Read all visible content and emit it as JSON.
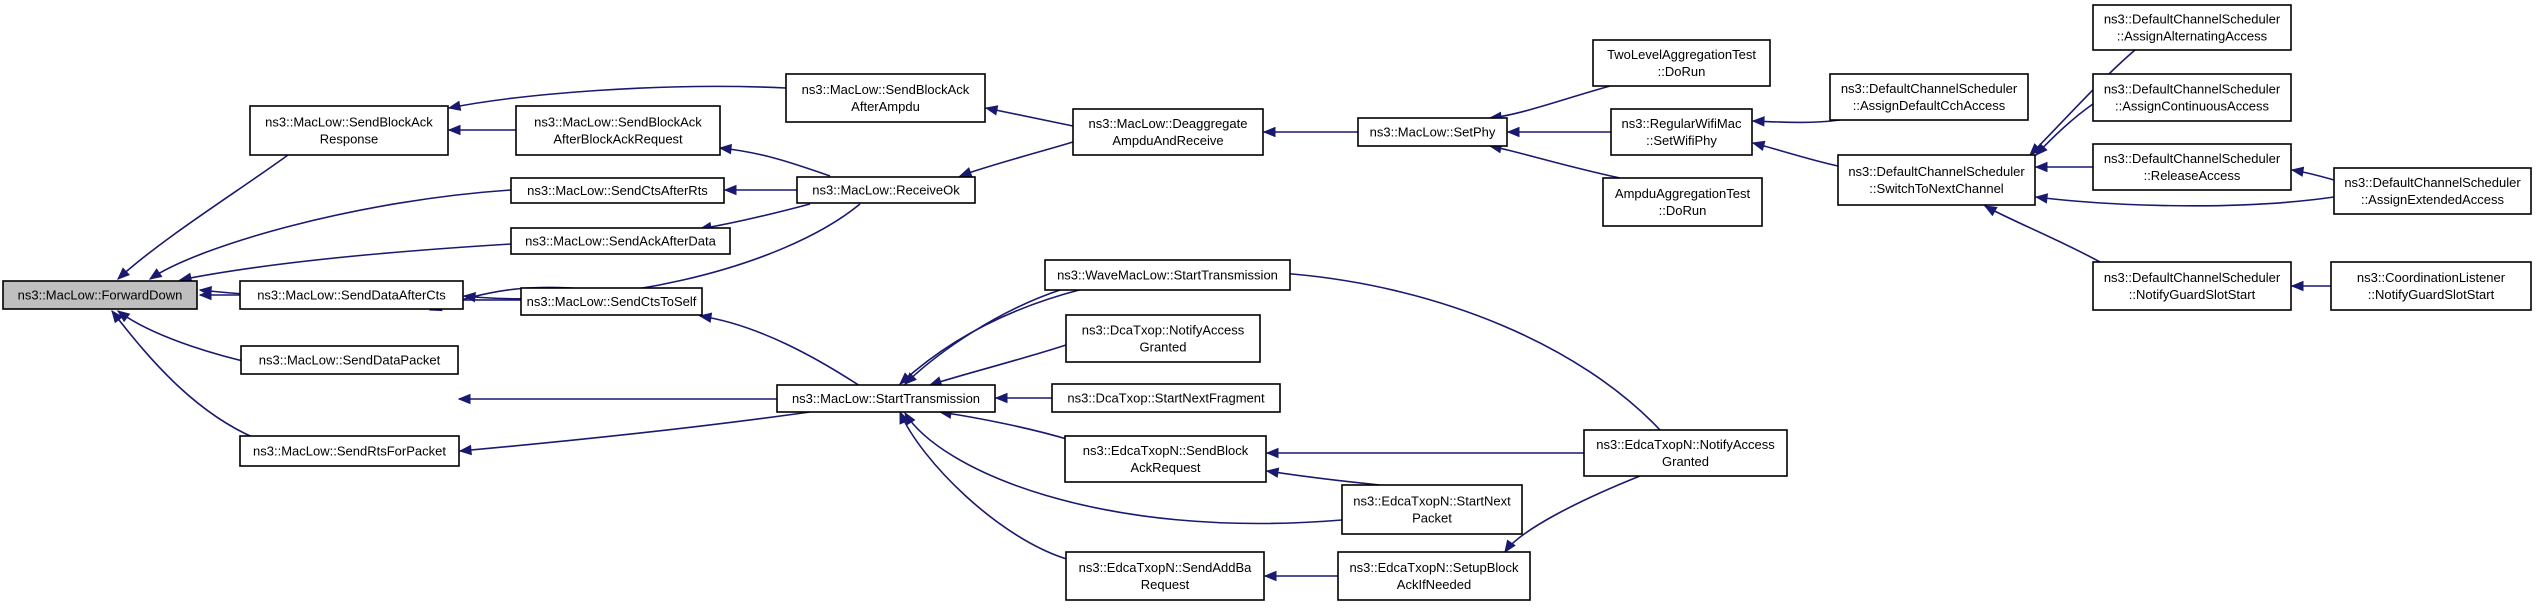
{
  "colors": {
    "edge": "#191970",
    "root_fill": "#bfbfbf",
    "node_fill": "#ffffff",
    "border": "#000000"
  },
  "nodes": [
    {
      "id": "forwarddown",
      "lines": [
        "ns3::MacLow::ForwardDown"
      ],
      "root": true
    },
    {
      "id": "sendblockackresponse",
      "lines": [
        "ns3::MacLow::SendBlockAck",
        "Response"
      ]
    },
    {
      "id": "sendctsafterrts",
      "lines": [
        "ns3::MacLow::SendCtsAfterRts"
      ]
    },
    {
      "id": "sendackafterdata",
      "lines": [
        "ns3::MacLow::SendAckAfterData"
      ]
    },
    {
      "id": "senddataaftercts",
      "lines": [
        "ns3::MacLow::SendDataAfterCts"
      ]
    },
    {
      "id": "sendctstoself",
      "lines": [
        "ns3::MacLow::SendCtsToSelf"
      ]
    },
    {
      "id": "senddatapacket",
      "lines": [
        "ns3::MacLow::SendDataPacket"
      ]
    },
    {
      "id": "sendrtsforpacket",
      "lines": [
        "ns3::MacLow::SendRtsForPacket"
      ]
    },
    {
      "id": "sendblockackafterblockackrequest",
      "lines": [
        "ns3::MacLow::SendBlockAck",
        "AfterBlockAckRequest"
      ]
    },
    {
      "id": "sendblockackafterampdu",
      "lines": [
        "ns3::MacLow::SendBlockAck",
        "AfterAmpdu"
      ]
    },
    {
      "id": "receiveok",
      "lines": [
        "ns3::MacLow::ReceiveOk"
      ]
    },
    {
      "id": "deaggregateampduandreceive",
      "lines": [
        "ns3::MacLow::Deaggregate",
        "AmpduAndReceive"
      ]
    },
    {
      "id": "setphy",
      "lines": [
        "ns3::MacLow::SetPhy"
      ]
    },
    {
      "id": "twolevelaggregationtest",
      "lines": [
        "TwoLevelAggregationTest",
        "::DoRun"
      ]
    },
    {
      "id": "regularwifimac",
      "lines": [
        "ns3::RegularWifiMac",
        "::SetWifiPhy"
      ]
    },
    {
      "id": "ampduaggregationtest",
      "lines": [
        "AmpduAggregationTest",
        "::DoRun"
      ]
    },
    {
      "id": "assigndefaultcchaccess",
      "lines": [
        "ns3::DefaultChannelScheduler",
        "::AssignDefaultCchAccess"
      ]
    },
    {
      "id": "switchtonextchannel",
      "lines": [
        "ns3::DefaultChannelScheduler",
        "::SwitchToNextChannel"
      ]
    },
    {
      "id": "assignalternatingaccess",
      "lines": [
        "ns3::DefaultChannelScheduler",
        "::AssignAlternatingAccess"
      ]
    },
    {
      "id": "assigncontinuousaccess",
      "lines": [
        "ns3::DefaultChannelScheduler",
        "::AssignContinuousAccess"
      ]
    },
    {
      "id": "releaseaccess",
      "lines": [
        "ns3::DefaultChannelScheduler",
        "::ReleaseAccess"
      ]
    },
    {
      "id": "assignextendedaccess",
      "lines": [
        "ns3::DefaultChannelScheduler",
        "::AssignExtendedAccess"
      ]
    },
    {
      "id": "notifyguardslotstart",
      "lines": [
        "ns3::DefaultChannelScheduler",
        "::NotifyGuardSlotStart"
      ]
    },
    {
      "id": "coordinationlistener",
      "lines": [
        "ns3::CoordinationListener",
        "::NotifyGuardSlotStart"
      ]
    },
    {
      "id": "starttransmission",
      "lines": [
        "ns3::MacLow::StartTransmission"
      ]
    },
    {
      "id": "wavemaclow",
      "lines": [
        "ns3::WaveMacLow::StartTransmission"
      ]
    },
    {
      "id": "dcatxopnotifyaccessgranted",
      "lines": [
        "ns3::DcaTxop::NotifyAccess",
        "Granted"
      ]
    },
    {
      "id": "dcatxopstartnextfragment",
      "lines": [
        "ns3::DcaTxop::StartNextFragment"
      ]
    },
    {
      "id": "edcasendblockackrequest",
      "lines": [
        "ns3::EdcaTxopN::SendBlock",
        "AckRequest"
      ]
    },
    {
      "id": "edcasendaddba",
      "lines": [
        "ns3::EdcaTxopN::SendAddBa",
        "Request"
      ]
    },
    {
      "id": "edcastartnextpacket",
      "lines": [
        "ns3::EdcaTxopN::StartNext",
        "Packet"
      ]
    },
    {
      "id": "edcasetupblockackifneeded",
      "lines": [
        "ns3::EdcaTxopN::SetupBlock",
        "AckIfNeeded"
      ]
    },
    {
      "id": "edcanotifyaccessgranted",
      "lines": [
        "ns3::EdcaTxopN::NotifyAccess",
        "Granted"
      ]
    }
  ]
}
